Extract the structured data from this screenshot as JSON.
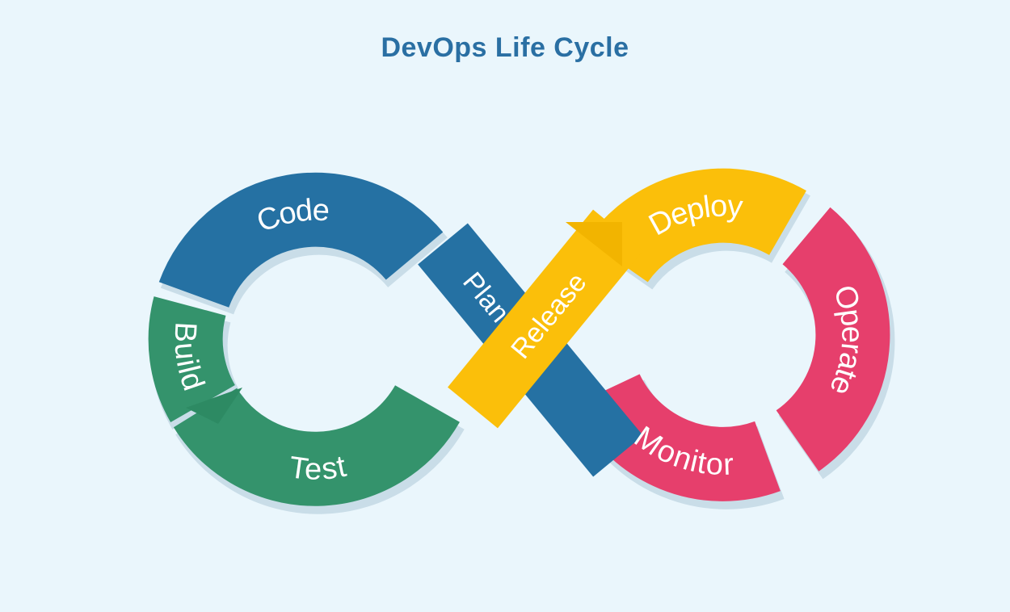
{
  "title": "DevOps Life Cycle",
  "colors": {
    "background": "#eaf6fc",
    "title": "#2a6fa3",
    "blue": "#2571a3",
    "green": "#34936c",
    "yellow": "#fbbf0a",
    "pink": "#e63f6c"
  },
  "stages": {
    "code": "Code",
    "build": "Build",
    "test": "Test",
    "plan": "Plan",
    "release": "Release",
    "deploy": "Deploy",
    "operate": "Operate",
    "monitor": "Monitor"
  }
}
